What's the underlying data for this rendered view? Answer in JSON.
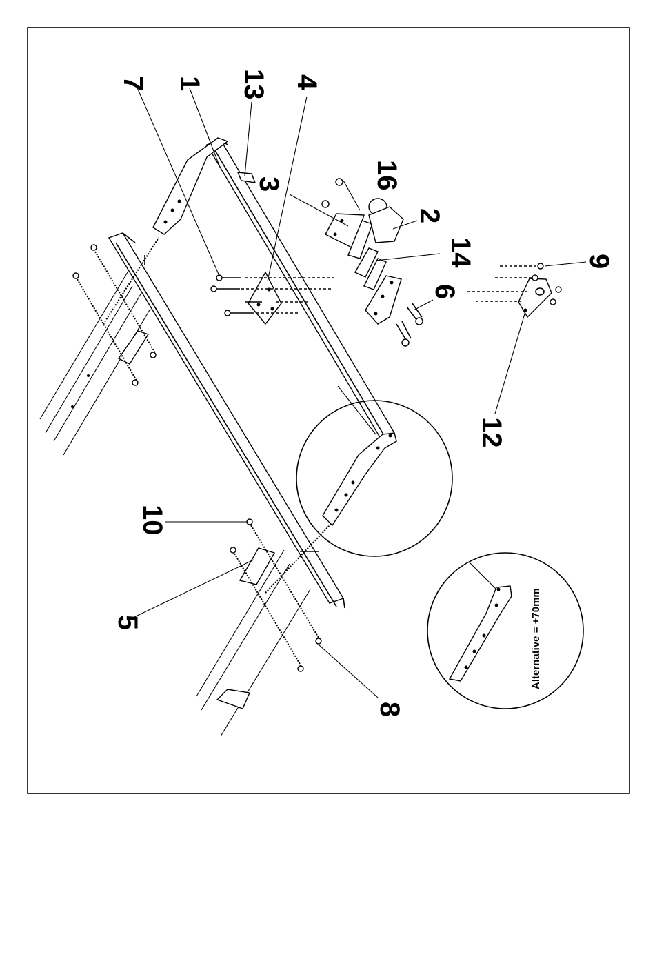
{
  "part_labels": [
    {
      "id": "1",
      "text": "1"
    },
    {
      "id": "2",
      "text": "2"
    },
    {
      "id": "3",
      "text": "3"
    },
    {
      "id": "4",
      "text": "4"
    },
    {
      "id": "5",
      "text": "5"
    },
    {
      "id": "6",
      "text": "6"
    },
    {
      "id": "7",
      "text": "7"
    },
    {
      "id": "8",
      "text": "8"
    },
    {
      "id": "9",
      "text": "9"
    },
    {
      "id": "10",
      "text": "10"
    },
    {
      "id": "12",
      "text": "12"
    },
    {
      "id": "13",
      "text": "13"
    },
    {
      "id": "14",
      "text": "14"
    },
    {
      "id": "16",
      "text": "16"
    }
  ],
  "detail_note": "Alternative = +70mm"
}
